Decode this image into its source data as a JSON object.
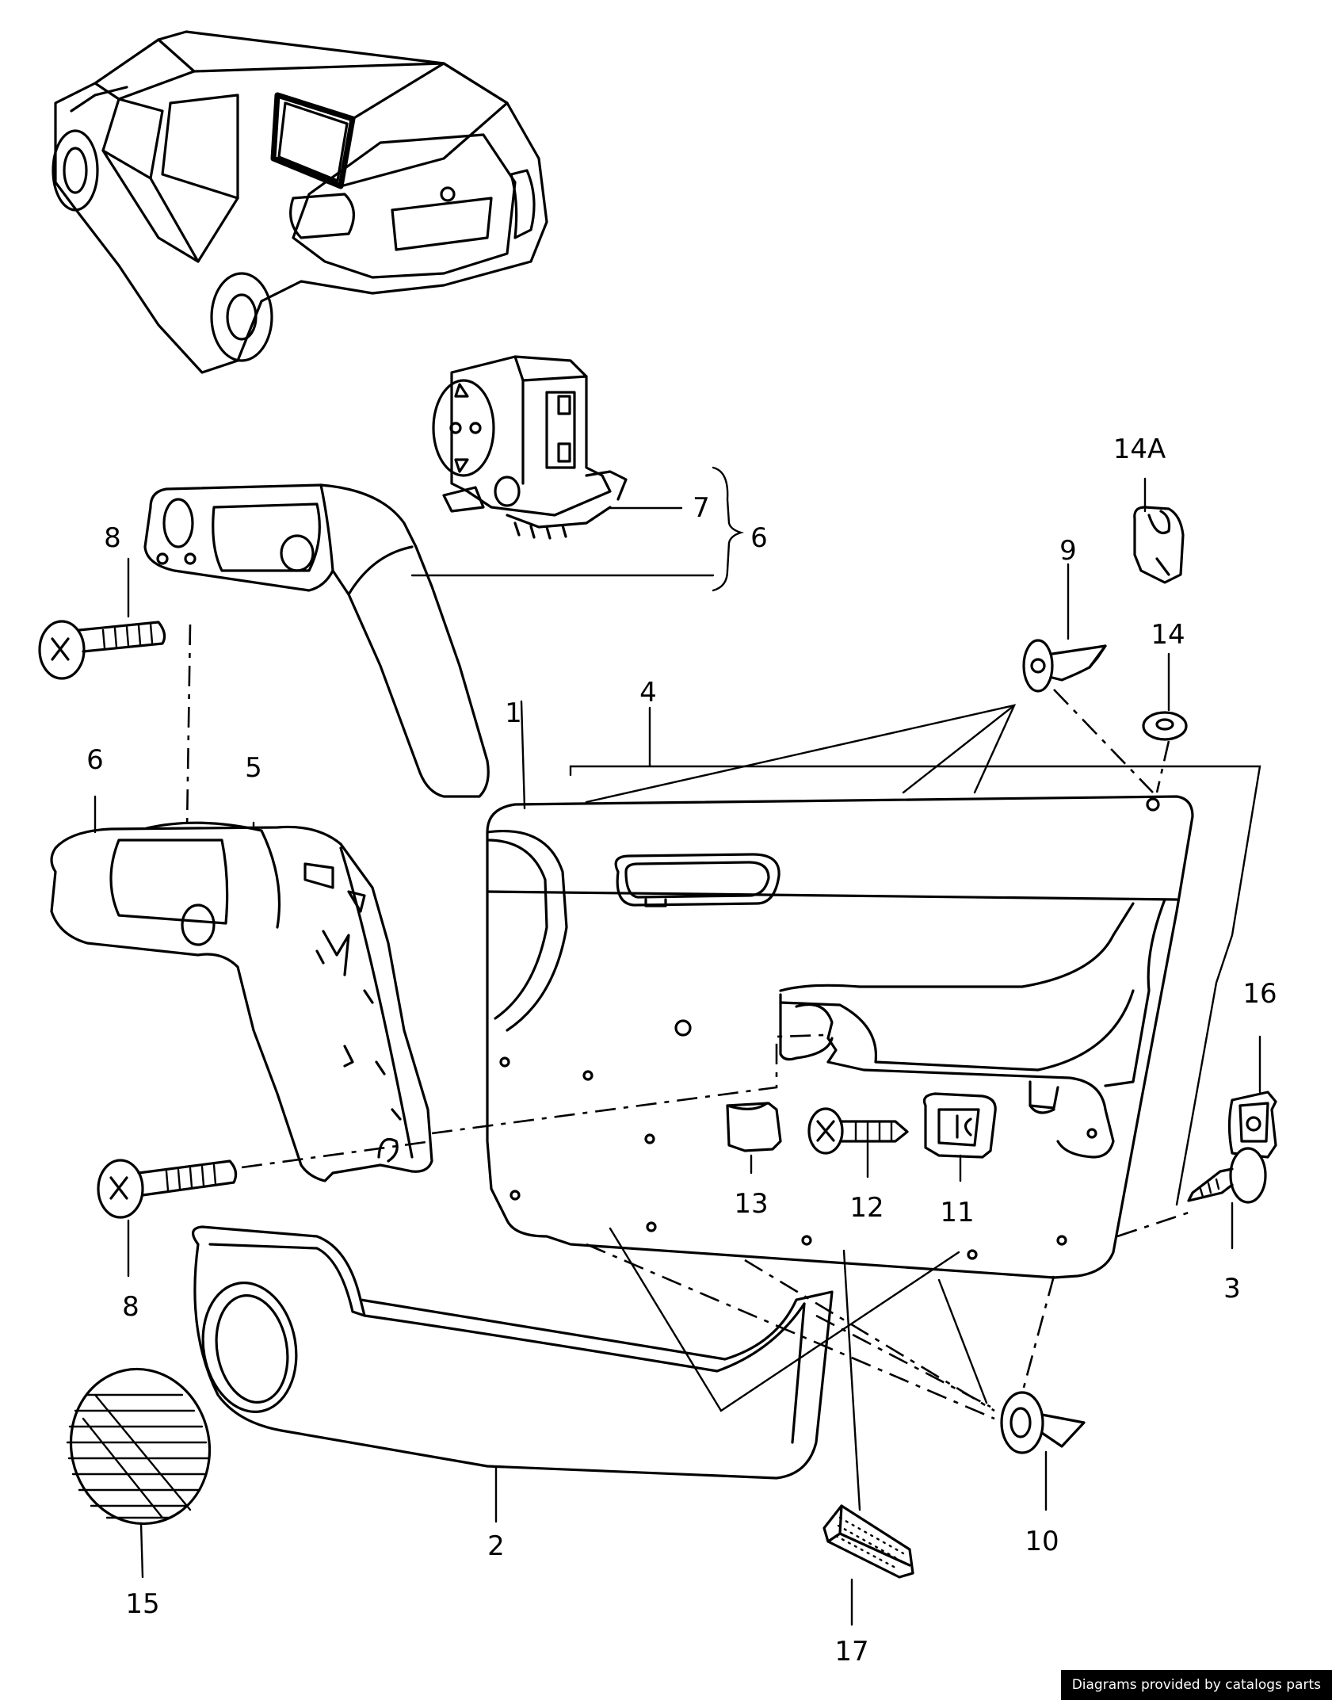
{
  "callouts": [
    {
      "id": "1",
      "label": "1"
    },
    {
      "id": "2",
      "label": "2"
    },
    {
      "id": "3",
      "label": "3"
    },
    {
      "id": "4",
      "label": "4"
    },
    {
      "id": "5",
      "label": "5"
    },
    {
      "id": "6a",
      "label": "6"
    },
    {
      "id": "6b",
      "label": "6"
    },
    {
      "id": "7",
      "label": "7"
    },
    {
      "id": "8a",
      "label": "8"
    },
    {
      "id": "8b",
      "label": "8"
    },
    {
      "id": "9",
      "label": "9"
    },
    {
      "id": "10",
      "label": "10"
    },
    {
      "id": "11",
      "label": "11"
    },
    {
      "id": "12",
      "label": "12"
    },
    {
      "id": "13",
      "label": "13"
    },
    {
      "id": "14",
      "label": "14"
    },
    {
      "id": "14A",
      "label": "14A"
    },
    {
      "id": "15",
      "label": "15"
    },
    {
      "id": "16",
      "label": "16"
    },
    {
      "id": "17",
      "label": "17"
    }
  ],
  "credit": "Diagrams provided by catalogs parts"
}
